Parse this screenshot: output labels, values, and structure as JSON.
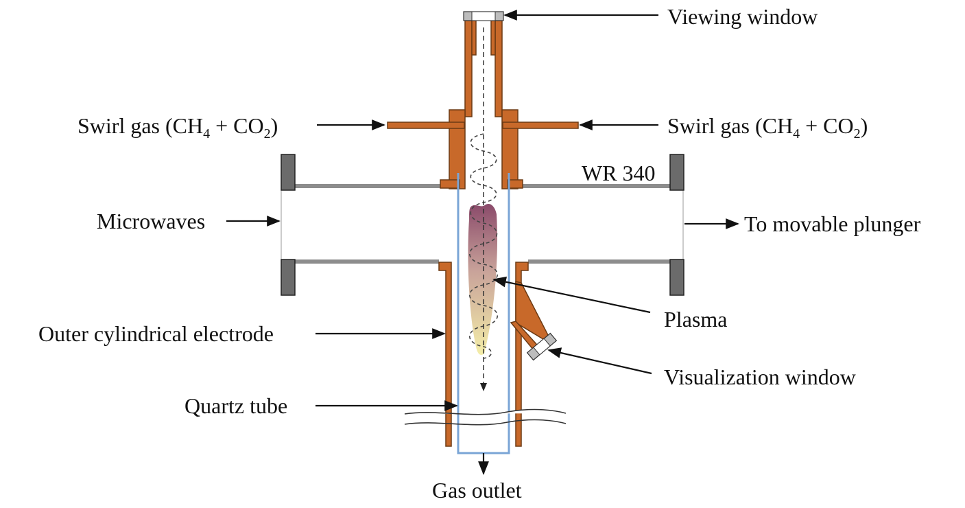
{
  "labels": {
    "viewing_window": "Viewing window",
    "swirl_gas_left": {
      "main": "Swirl gas (CH",
      "sub1": "4",
      "mid": " + CO",
      "sub2": "2",
      "end": ")"
    },
    "swirl_gas_right": {
      "main": "Swirl gas (CH",
      "sub1": "4",
      "mid": " + CO",
      "sub2": "2",
      "end": ")"
    },
    "waveguide": "WR 340",
    "microwaves": "Microwaves",
    "to_plunger": "To movable plunger",
    "plasma": "Plasma",
    "outer_electrode": "Outer cylindrical electrode",
    "visualization_window": "Visualization window",
    "quartz_tube": "Quartz tube",
    "gas_outlet": "Gas outlet"
  },
  "colors": {
    "copper": "#c8692a",
    "flange": "#6b6b6b",
    "quartz": "#7aa5d6",
    "plasma_top": "#8a4a6a",
    "plasma_bottom": "#f4ecb0"
  }
}
